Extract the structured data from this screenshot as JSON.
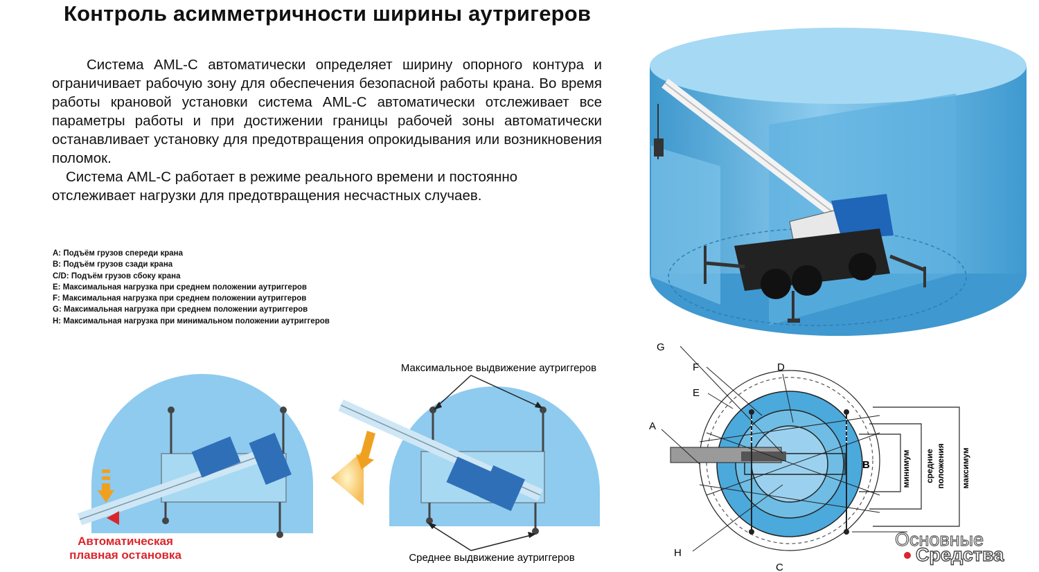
{
  "title": "Контроль асимметричности ширины аутригеров",
  "intro": {
    "p1": "Система AML-C автоматически определяет ширину опорного контура и ограничивает рабочую зону для обеспечения безопасной работы крана. Во время работы крановой установки система AML-C автоматически отслеживает все параметры работы и при достижении границы рабочей зоны автоматически останавливает установку для предотвращения опрокидывания или возникновения поломок.",
    "p2": "Система AML-C работает в режиме реального времени и постоянно отслеживает нагрузки для предотвращения несчастных случаев."
  },
  "legend": [
    "A: Подъём грузов спереди крана",
    "B: Подъём грузов сзади крана",
    "C/D: Подъём грузов сбоку крана",
    "E: Максимальная нагрузка при среднем положении аутриггеров",
    "F: Максимальная нагрузка при среднем положении аутриггеров",
    "G: Максимальная нагрузка при среднем положении аутриггеров",
    "H: Максимальная нагрузка при минимальном положении аутриггеров"
  ],
  "bottom": {
    "max_extension": "Максимальное выдвижение аутриггеров",
    "mid_extension": "Среднее выдвижение аутриггеров",
    "auto_stop_line1": "Автоматическая",
    "auto_stop_line2": "плавная остановка"
  },
  "diagram": {
    "letters": {
      "G": "G",
      "F": "F",
      "E": "E",
      "D": "D",
      "A": "A",
      "B": "B",
      "H": "H",
      "C": "C"
    },
    "side_labels": {
      "min": "минимум",
      "mid1": "средние",
      "mid2": "положения",
      "max": "максимум"
    }
  },
  "watermark": {
    "line1": "Основные",
    "line2": "Средства"
  },
  "colors": {
    "zone_blue": "#6fbde4",
    "zone_light": "#a9d8f2",
    "cylinder": "#4aa6d8",
    "stop_red": "#d9262c",
    "arrow_orange": "#f0a020"
  }
}
